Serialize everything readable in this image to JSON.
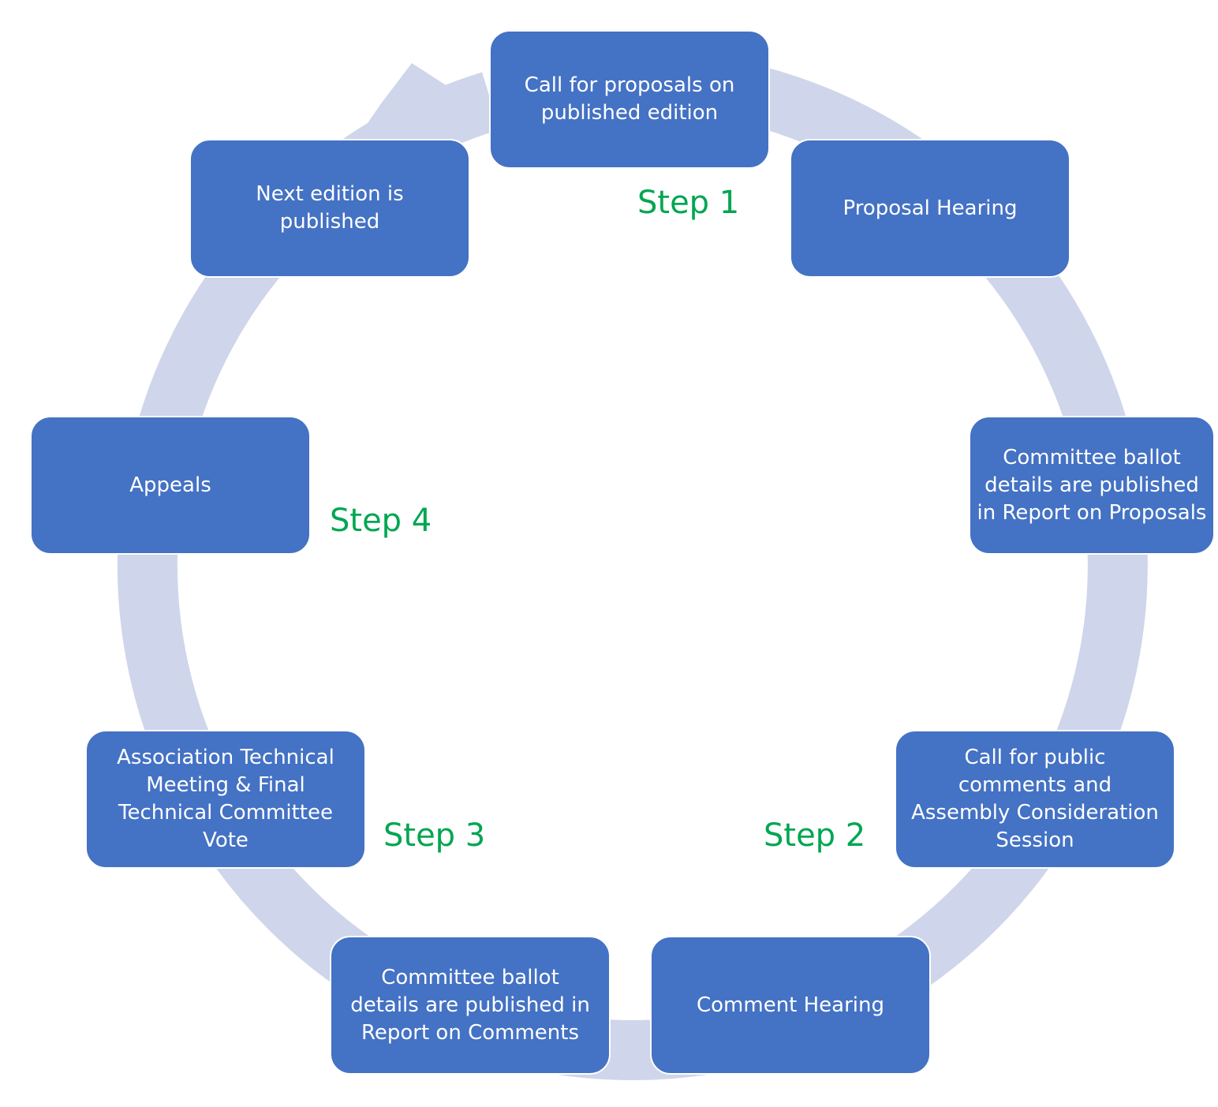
{
  "diagram": {
    "colors": {
      "box_fill": "#4472c4",
      "box_text": "#ffffff",
      "ring": "#cfd5ea",
      "step_label": "#00a651"
    },
    "boxes": [
      {
        "id": "call-for-proposals",
        "label": "Call for proposals on published edition"
      },
      {
        "id": "proposal-hearing",
        "label": "Proposal Hearing"
      },
      {
        "id": "committee-ballot-proposals",
        "label": "Committee ballot details are published in Report on Proposals"
      },
      {
        "id": "call-for-public-comments",
        "label": "Call for public comments and Assembly Consideration Session"
      },
      {
        "id": "comment-hearing",
        "label": "Comment Hearing"
      },
      {
        "id": "committee-ballot-comments",
        "label": "Committee ballot details are published in Report on Comments"
      },
      {
        "id": "association-technical-meeting",
        "label": "Association Technical Meeting & Final Technical Committee Vote"
      },
      {
        "id": "appeals",
        "label": "Appeals"
      },
      {
        "id": "next-edition",
        "label": "Next edition is published"
      }
    ],
    "steps": [
      {
        "label": "Step 1"
      },
      {
        "label": "Step 2"
      },
      {
        "label": "Step 3"
      },
      {
        "label": "Step 4"
      }
    ]
  }
}
